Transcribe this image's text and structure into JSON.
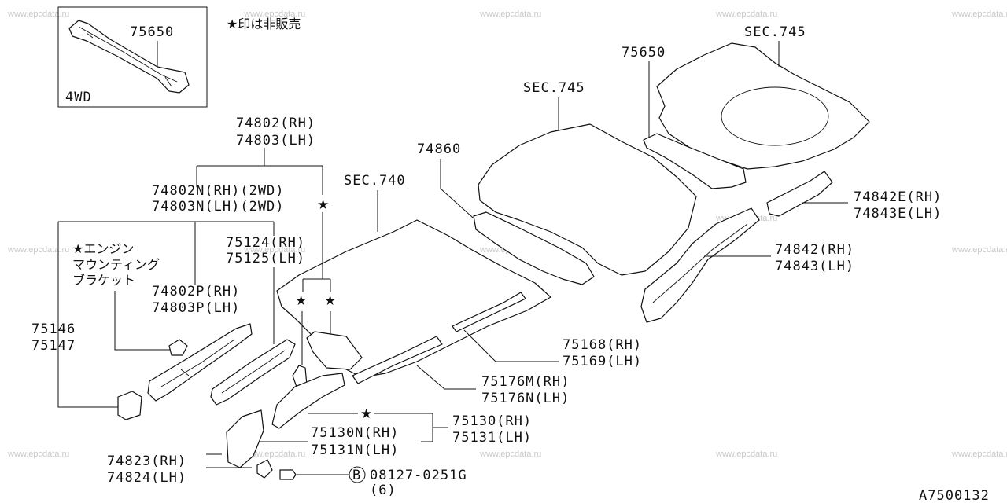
{
  "watermark": "www.epcdata.ru",
  "inset": {
    "part_number": "75650",
    "variant": "4WD"
  },
  "legend_note": "★印は非販売",
  "labels": {
    "sec745_top": "SEC.745",
    "p75650": "75650",
    "sec745_mid": "SEC.745",
    "p74860": "74860",
    "sec740": "SEC.740",
    "p74802_rh": "74802(RH)",
    "p74803_lh": "74803(LH)",
    "p74802n": "74802N(RH)(2WD)",
    "p74803n": "74803N(LH)(2WD)",
    "engine_mount_1": "★エンジン",
    "engine_mount_2": "マウンティング",
    "engine_mount_3": "ブラケット",
    "p75124": "75124(RH)",
    "p75125": "75125(LH)",
    "p74802p": "74802P(RH)",
    "p74803p": "74803P(LH)",
    "p75146": "75146",
    "p75147": "75147",
    "p74842e": "74842E(RH)",
    "p74843e": "74843E(LH)",
    "p74842": "74842(RH)",
    "p74843": "74843(LH)",
    "p75168": "75168(RH)",
    "p75169": "75169(LH)",
    "p75176m": "75176M(RH)",
    "p75176n": "75176N(LH)",
    "p75130": "75130(RH)",
    "p75131": "75131(LH)",
    "p75130n": "75130N(RH)",
    "p75131n": "75131N(LH)",
    "p74823": "74823(RH)",
    "p74824": "74824(LH)",
    "bolt_symbol": "B",
    "bolt": "08127-0251G",
    "bolt_qty": "(6)",
    "diagram_id": "A7500132"
  },
  "star_symbol": "★"
}
